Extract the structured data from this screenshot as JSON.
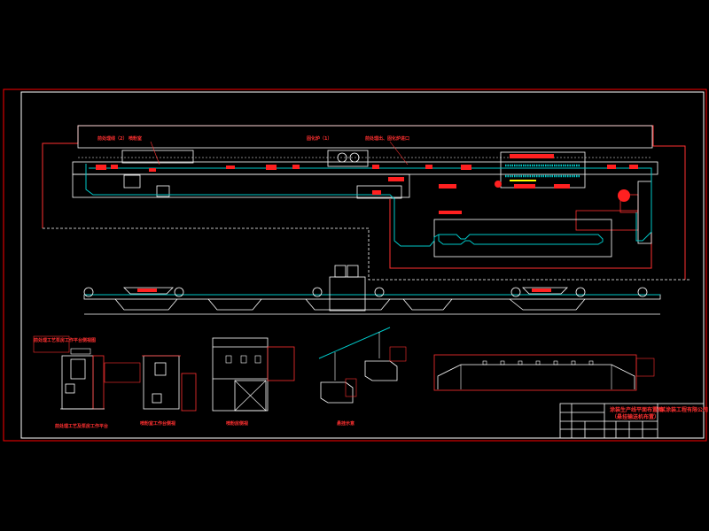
{
  "drawing": {
    "colors": {
      "background": "#000000",
      "frame": "#ff0000",
      "outline": "#ffffff",
      "conveyor": "#00c8c8",
      "annotation": "#ff2020",
      "highlight": "#ffff00",
      "title_text": "#ff3030"
    },
    "plan_labels": {
      "label_1": "前处理线（2）",
      "label_2": "喷粉室",
      "label_3": "固化炉（1）",
      "label_4": "前处理出、固化炉进口"
    },
    "section_labels": {
      "label_1": "前处理工艺及泵房工作平台",
      "label_2": "喷粉室工作台侧视",
      "label_3": "喷粉房侧视",
      "label_4": "悬挂示意",
      "left_callout": "前处理工艺泵房工作平台侧视图"
    },
    "title_block": {
      "drawing_title": "涂装生产线平面布置图",
      "drawing_subtitle": "（悬挂输送机布置）",
      "company": "某涂装工程有限公司"
    }
  }
}
